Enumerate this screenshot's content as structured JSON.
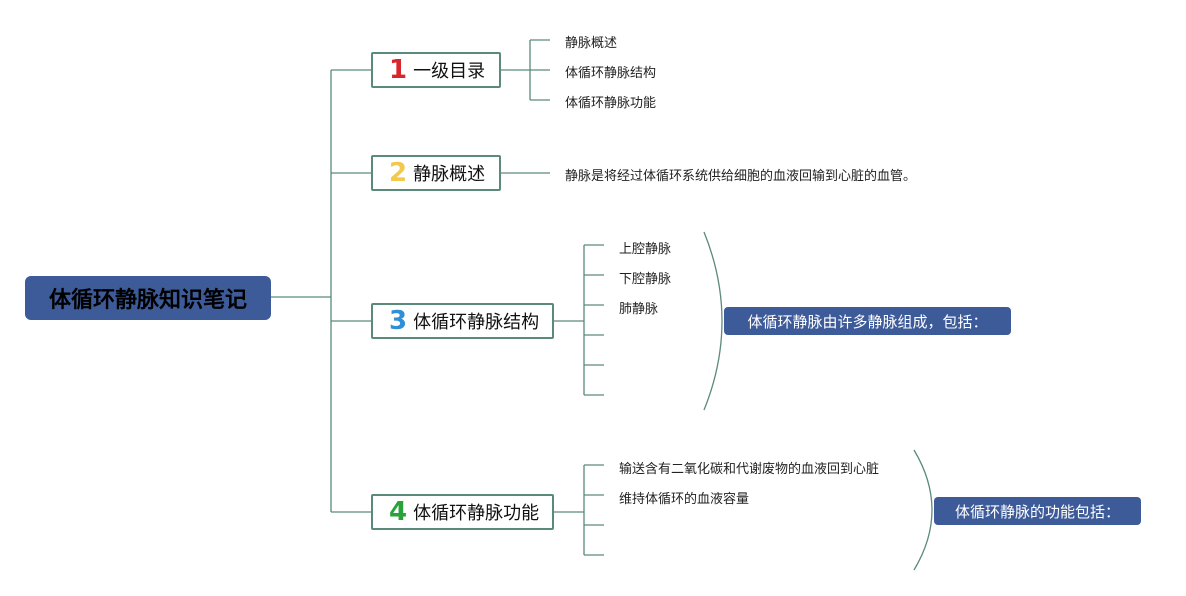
{
  "root": {
    "title": "体循环静脉知识笔记"
  },
  "branches": [
    {
      "num": "1",
      "num_color": "#d8262c",
      "label": "一级目录",
      "leaves": [
        "静脉概述",
        "体循环静脉结构",
        "体循环静脉功能"
      ]
    },
    {
      "num": "2",
      "num_color": "#f2c94c",
      "label": "静脉概述",
      "leaves": [
        "静脉是将经过体循环系统供给细胞的血液回输到心脏的血管。"
      ]
    },
    {
      "num": "3",
      "num_color": "#2f8fd8",
      "label": "体循环静脉结构",
      "leaves": [
        "上腔静脉",
        "下腔静脉",
        "肺静脉",
        "",
        "",
        ""
      ],
      "summary": "体循环静脉由许多静脉组成，包括："
    },
    {
      "num": "4",
      "num_color": "#27a33a",
      "label": "体循环静脉功能",
      "leaves": [
        "输送含有二氧化碳和代谢废物的血液回到心脏",
        "维持体循环的血液容量",
        "",
        ""
      ],
      "summary": "体循环静脉的功能包括："
    }
  ],
  "colors": {
    "root_fill": "#3d5a99",
    "connector": "#5a8a7a",
    "summary_fill": "#3d5a99"
  }
}
